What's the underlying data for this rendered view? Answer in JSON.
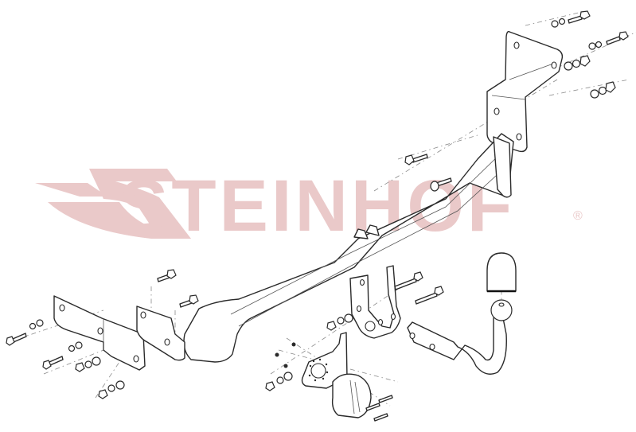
{
  "diagram": {
    "subject": "Towbar exploded assembly view",
    "watermark": {
      "text": "STEINHOF",
      "registered_mark": "®",
      "color": "#eac9c9"
    },
    "line_color": "#2a2a2a",
    "background": "#ffffff",
    "components": [
      {
        "id": "main-crossbar",
        "label": "crossbar beam"
      },
      {
        "id": "right-bracket",
        "label": "right mounting bracket"
      },
      {
        "id": "left-bracket",
        "label": "left mounting bracket"
      },
      {
        "id": "center-mount-plate",
        "label": "center hitch mount plate"
      },
      {
        "id": "towball-neck",
        "label": "detachable tow ball neck"
      },
      {
        "id": "ball-cap",
        "label": "tow ball cover cap"
      },
      {
        "id": "socket-plate",
        "label": "electrical socket bracket"
      },
      {
        "id": "electrical-socket",
        "label": "electrical socket"
      },
      {
        "id": "bolts",
        "label": "bolts, washers and nuts"
      }
    ]
  }
}
